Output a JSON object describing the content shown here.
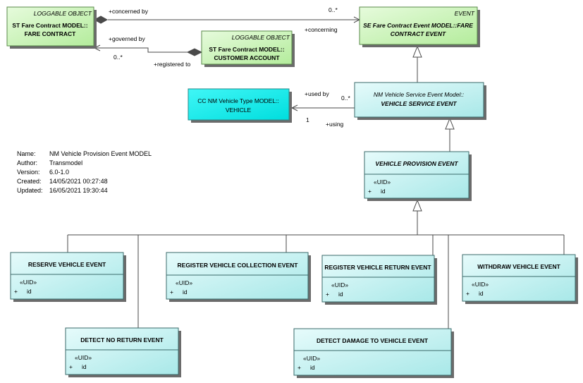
{
  "colors": {
    "loggable_fill": "#c2f2b0",
    "loggable_border": "#5a8a4a",
    "event_fill": "#c8f2f2",
    "event_border": "#3a6a6a",
    "vehicle_fill": "#00f0f0",
    "line": "#4a4a4a"
  },
  "classes": {
    "fare_contract": {
      "stereotype": "LOGGABLE OBJECT",
      "name_line1": "ST Fare Contract MODEL::",
      "name_line2": "FARE CONTRACT"
    },
    "customer_account": {
      "stereotype": "LOGGABLE OBJECT",
      "name_line1": "ST Fare Contract MODEL::",
      "name_line2": "CUSTOMER ACCOUNT"
    },
    "fare_contract_event": {
      "stereotype": "EVENT",
      "name_line1": "SE Fare Contract Event MODEL::FARE",
      "name_line2": "CONTRACT EVENT"
    },
    "vehicle": {
      "name_line1": "CC NM Vehicle Type MODEL::",
      "name_line2": "VEHICLE"
    },
    "vehicle_service_event": {
      "name_line1": "NM Vehicle Service Event Model::",
      "name_line2": "VEHICLE SERVICE EVENT"
    },
    "vehicle_provision_event": {
      "name": "VEHICLE PROVISION EVENT",
      "attr_stereo": "«UID»",
      "attr_vis": "+",
      "attr_name": "id"
    },
    "reserve_vehicle_event": {
      "name": "RESERVE VEHICLE EVENT",
      "attr_stereo": "«UID»",
      "attr_vis": "+",
      "attr_name": "id"
    },
    "register_vehicle_collection_event": {
      "name": "REGISTER VEHICLE COLLECTION EVENT",
      "attr_stereo": "«UID»",
      "attr_vis": "+",
      "attr_name": "id"
    },
    "register_vehicle_return_event": {
      "name": "REGISTER VEHICLE RETURN EVENT",
      "attr_stereo": "«UID»",
      "attr_vis": "+",
      "attr_name": "id"
    },
    "withdraw_vehicle_event": {
      "name": "WITHDRAW VEHICLE EVENT",
      "attr_stereo": "«UID»",
      "attr_vis": "+",
      "attr_name": "id"
    },
    "detect_no_return_event": {
      "name": "DETECT NO RETURN  EVENT",
      "attr_stereo": "«UID»",
      "attr_vis": "+",
      "attr_name": "id"
    },
    "detect_damage_event": {
      "name": "DETECT DAMAGE TO VEHICLE  EVENT",
      "attr_stereo": "«UID»",
      "attr_vis": "+",
      "attr_name": "id"
    }
  },
  "connector_labels": {
    "concerned_by": "+concerned by",
    "concerned_by_mult": "0..*",
    "concerning": "+concerning",
    "governed_by": "+governed by",
    "governed_by_mult": "0..*",
    "registered_to": "+registered to",
    "used_by": "+used by",
    "used_by_mult": "0..*",
    "using": "+using",
    "using_mult": "1"
  },
  "metadata": {
    "name_key": "Name:",
    "name_val": "NM Vehicle Provision Event MODEL",
    "author_key": "Author:",
    "author_val": "Transmodel",
    "version_key": "Version:",
    "version_val": "6.0-1.0",
    "created_key": "Created:",
    "created_val": "14/05/2021 00:27:48",
    "updated_key": "Updated:",
    "updated_val": "16/05/2021 19:30:44"
  }
}
